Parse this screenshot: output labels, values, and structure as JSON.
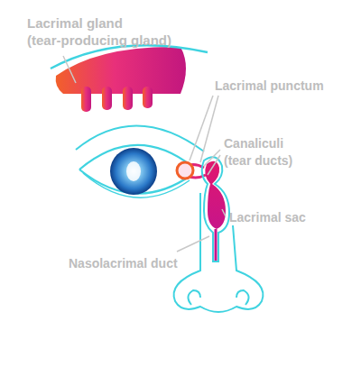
{
  "diagram": {
    "labels": [
      "Lacrimal gland (tear-producing gland)",
      "Lacrimal punctum",
      "Canaliculi (tear ducts)",
      "Lacrimal sac",
      "Nasolacrimal duct"
    ]
  }
}
